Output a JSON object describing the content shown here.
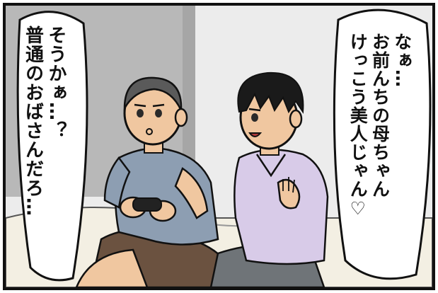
{
  "speech": {
    "left": {
      "lines": [
        "そうかぁ…？",
        "普通のおばさんだろ…"
      ]
    },
    "right": {
      "lines": [
        "なぁ…",
        "お前んちの母ちゃん",
        "けっこう美人じゃん♡"
      ]
    }
  },
  "colors": {
    "wall": "#ebebeb",
    "wall_shadow": "#b9b9b9",
    "sofa": "#f3efe3",
    "shirt_left": "#8d9eb2",
    "shorts_left": "#6b5240",
    "shirt_right": "#d8cbe8",
    "pants_right": "#6f7478",
    "skin": "#f0c7a0",
    "hair": "#1a1a1a",
    "outline": "#111111"
  }
}
